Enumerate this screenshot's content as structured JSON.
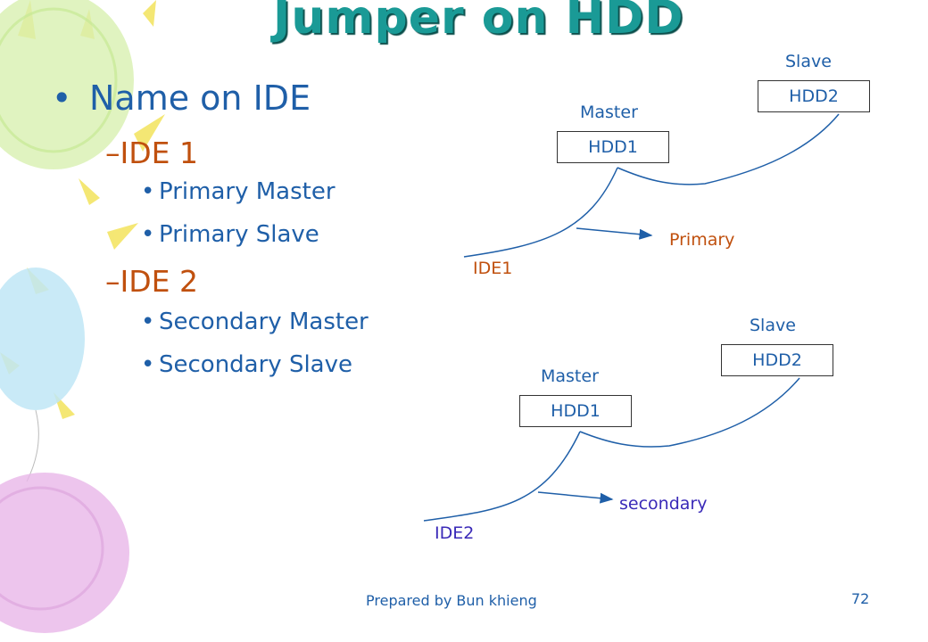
{
  "title": "Jumper on HDD",
  "bullets": {
    "main": "Name on IDE",
    "ide1": {
      "label": "IDE 1",
      "items": [
        "Primary Master",
        "Primary Slave"
      ]
    },
    "ide2": {
      "label": "IDE 2",
      "items": [
        "Secondary Master",
        "Secondary Slave"
      ]
    }
  },
  "diagram_primary": {
    "slave_label": "Slave",
    "slave_box": "HDD2",
    "master_label": "Master",
    "master_box": "HDD1",
    "arrow_label": "Primary",
    "cable_label": "IDE1"
  },
  "diagram_secondary": {
    "slave_label": "Slave",
    "slave_box": "HDD2",
    "master_label": "Master",
    "master_box": "HDD1",
    "arrow_label": "secondary",
    "cable_label": "IDE2"
  },
  "footer": {
    "text": "Prepared by Bun khieng",
    "page_number": "72"
  },
  "colors": {
    "title": "#1a9a96",
    "body_text": "#1f5fa8",
    "sub_heading": "#c0500e",
    "secondary_label": "#3a2ab8"
  },
  "icons": {
    "bullet": "bullet-dot-icon",
    "dash": "dash-icon",
    "arrow": "arrow-right-icon"
  }
}
